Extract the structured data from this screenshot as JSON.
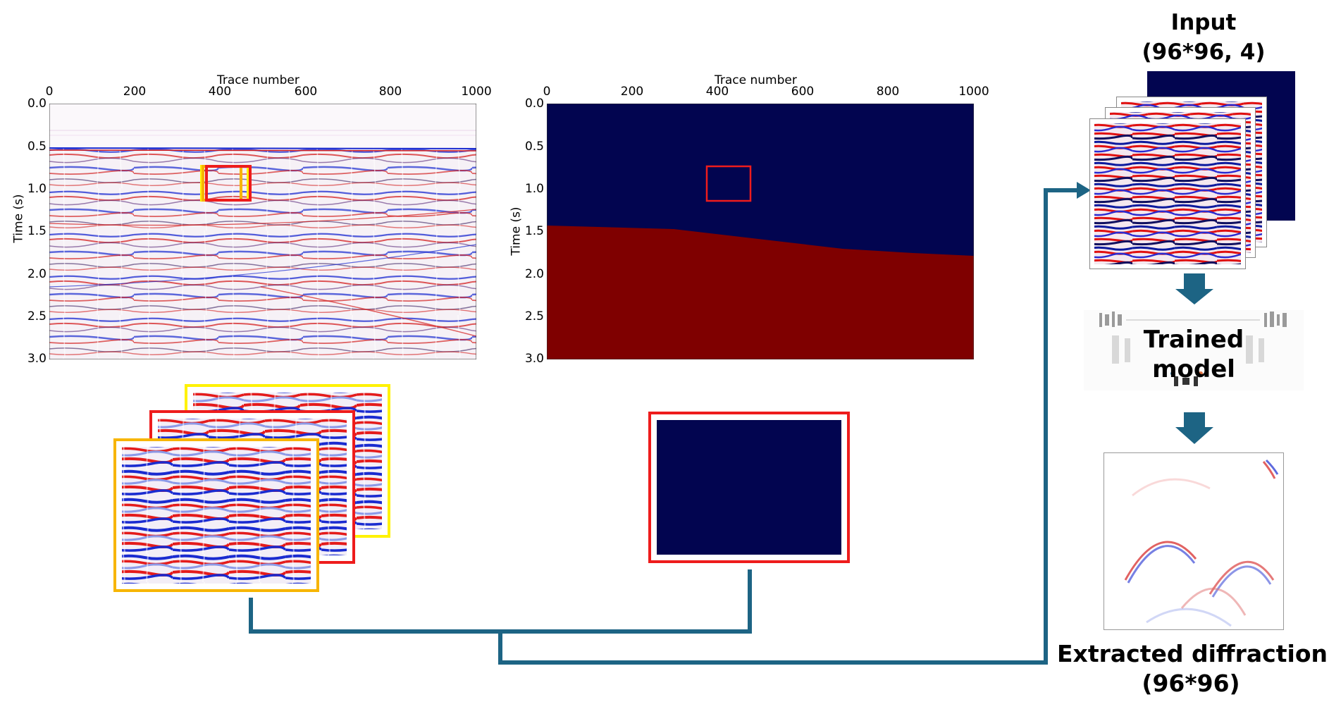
{
  "colors": {
    "connector": "#1d6484",
    "arrow": "#1d6484",
    "seismic_red": "#d42020",
    "seismic_blue": "#1a2bd0",
    "mask_navy": "#020550",
    "mask_maroon": "#7f0000",
    "box_red": "#ee1c1c",
    "box_yellow": "#fff200",
    "box_orange": "#f7b500"
  },
  "left_plot": {
    "x_title": "Trace number",
    "y_title": "Time (s)",
    "x_ticks": [
      "0",
      "200",
      "400",
      "600",
      "800",
      "1000"
    ],
    "y_ticks": [
      "0.0",
      "0.5",
      "1.0",
      "1.5",
      "2.0",
      "2.5",
      "3.0"
    ]
  },
  "mid_plot": {
    "x_title": "Trace number",
    "y_title": "Time (s)",
    "x_ticks": [
      "0",
      "200",
      "400",
      "600",
      "800",
      "1000"
    ],
    "y_ticks": [
      "0.0",
      "0.5",
      "1.0",
      "1.5",
      "2.0",
      "2.5",
      "3.0"
    ]
  },
  "right": {
    "input_line1": "Input",
    "input_line2": "(96*96, 4)",
    "model_line1": "Trained",
    "model_line2": "model",
    "output_line1": "Extracted diffraction",
    "output_line2": "(96*96)"
  }
}
